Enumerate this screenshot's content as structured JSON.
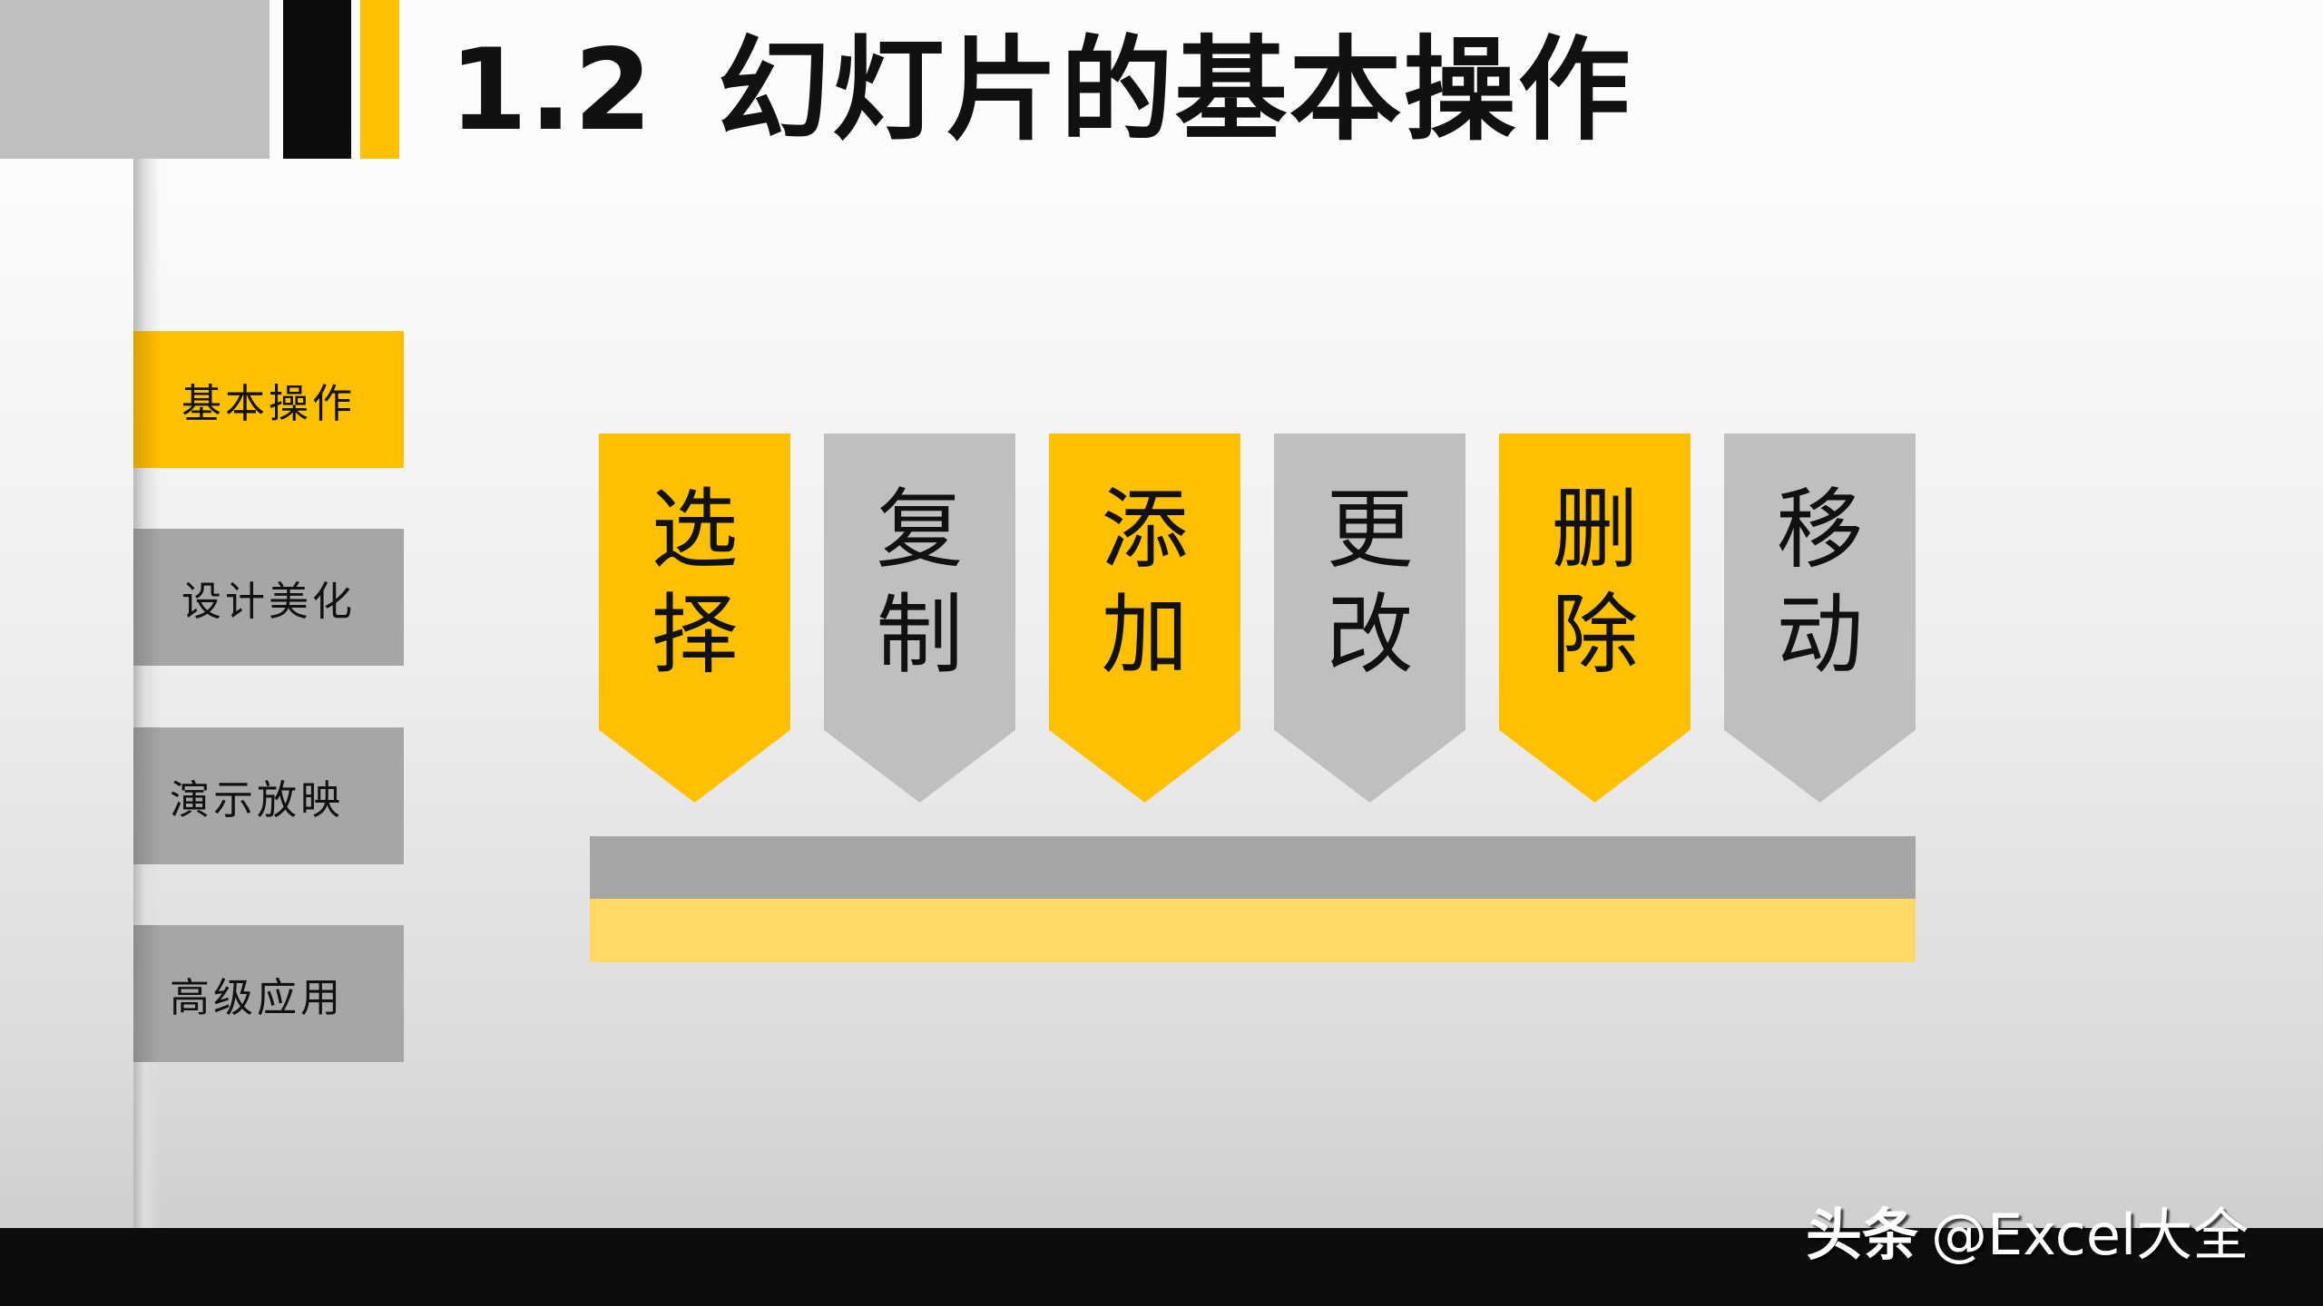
{
  "header": {
    "section_number": "1.2",
    "title": "幻灯片的基本操作",
    "colors": {
      "gray": "#bfbfbf",
      "black": "#0d0d0d",
      "yellow": "#ffc000"
    }
  },
  "sidebar": {
    "items": [
      {
        "label": "基本操作",
        "active": true
      },
      {
        "label": "设计美化",
        "active": false
      },
      {
        "label": "演示放映",
        "active": false
      },
      {
        "label": "高级应用",
        "active": false
      }
    ]
  },
  "operations": [
    {
      "line1": "选",
      "line2": "择",
      "color": "yellow"
    },
    {
      "line1": "复",
      "line2": "制",
      "color": "gray"
    },
    {
      "line1": "添",
      "line2": "加",
      "color": "yellow"
    },
    {
      "line1": "更",
      "line2": "改",
      "color": "gray"
    },
    {
      "line1": "删",
      "line2": "除",
      "color": "yellow"
    },
    {
      "line1": "移",
      "line2": "动",
      "color": "gray"
    }
  ],
  "base_bars": {
    "top_color": "#a6a6a6",
    "bottom_color": "#ffd966"
  },
  "watermark": {
    "brand": "头条",
    "handle": "@Excel大全"
  }
}
